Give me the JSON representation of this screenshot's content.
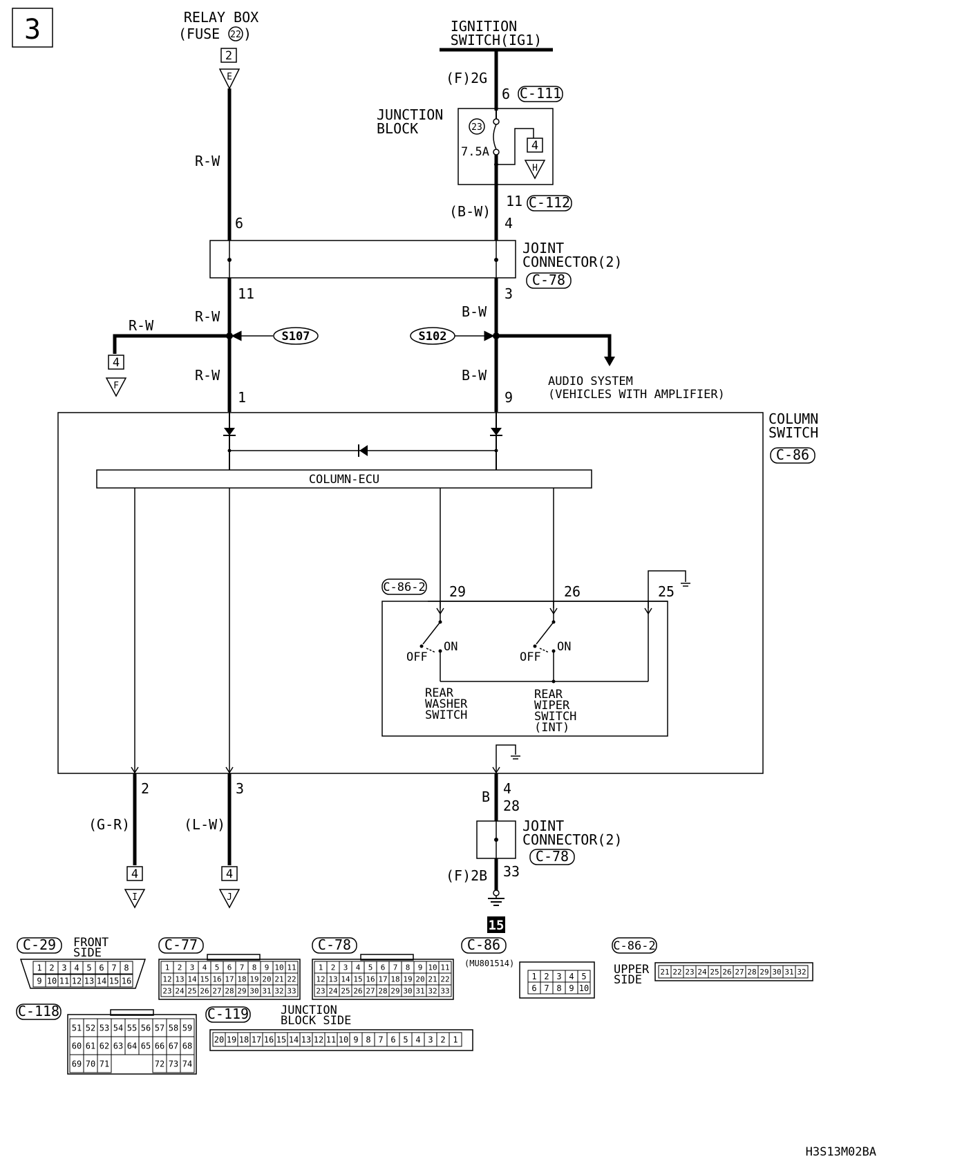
{
  "page_number": "3",
  "diagram_code": "H3S13M02BA",
  "relay_box": {
    "title": "RELAY BOX",
    "fuse": "(FUSE",
    "fuse_no": "22",
    "fuse_end": ")",
    "pin": "2",
    "arrow": "E"
  },
  "ignition": {
    "line1": "IGNITION",
    "line2": "SWITCH(IG1)",
    "pin": "(F)2G",
    "num": "6",
    "conn": "C-111"
  },
  "junction_block": {
    "line1": "JUNCTION",
    "line2": "BLOCK",
    "fuse_no": "23",
    "rating": "7.5A",
    "pin_top_box": "4",
    "arrow": "H",
    "out_num": "11",
    "out_conn": "C-112",
    "wire": "(B-W)",
    "jc_pin": "4"
  },
  "joint_connector_top": {
    "line1": "JOINT",
    "line2": "CONNECTOR(2)",
    "conn": "C-78",
    "left_in": "6",
    "left_out": "11",
    "right_out": "3"
  },
  "left_branch": {
    "wire1": "R-W",
    "wire2": "R-W",
    "wire3": "R-W",
    "wire4": "R-W",
    "splice": "S107",
    "box": "4",
    "arrow": "F",
    "pin_in": "1"
  },
  "right_branch": {
    "wire1": "B-W",
    "wire2": "B-W",
    "splice": "S102",
    "pin_in": "9",
    "audio1": "AUDIO SYSTEM",
    "audio2": "(VEHICLES WITH AMPLIFIER)"
  },
  "column_switch": {
    "line1": "COLUMN",
    "line2": "SWITCH",
    "conn": "C-86",
    "ecu": "COLUMN-ECU"
  },
  "subswitch": {
    "conn": "C-86-2",
    "p29": "29",
    "p26": "26",
    "p25": "25",
    "off1": "OFF",
    "on1": "ON",
    "off2": "OFF",
    "on2": "ON",
    "washer": [
      "REAR",
      "WASHER",
      "SWITCH"
    ],
    "wiper": [
      "REAR",
      "WIPER",
      "SWITCH",
      "(INT)"
    ]
  },
  "outputs": {
    "p2": "2",
    "w2": "(G-R)",
    "box2": "4",
    "arr2": "I",
    "p3": "3",
    "w3": "(L-W)",
    "box3": "4",
    "arr3": "J",
    "p4": "4",
    "w4": "B",
    "p28": "28",
    "jc_line1": "JOINT",
    "jc_line2": "CONNECTOR(2)",
    "jc_conn": "C-78",
    "p33": "33",
    "gnd_pin": "(F)2B",
    "gnd_no": "15"
  },
  "connectors": {
    "c29": {
      "label": "C-29",
      "side1": "FRONT",
      "side2": "SIDE",
      "row1": [
        "1",
        "2",
        "3",
        "4",
        "5",
        "6",
        "7",
        "8"
      ],
      "row2": [
        "9",
        "10",
        "11",
        "12",
        "13",
        "14",
        "15",
        "16"
      ]
    },
    "c77": {
      "label": "C-77",
      "row1": [
        "1",
        "2",
        "3",
        "4",
        "5",
        "6",
        "7",
        "8",
        "9",
        "10",
        "11"
      ],
      "row2": [
        "12",
        "13",
        "14",
        "15",
        "16",
        "17",
        "18",
        "19",
        "20",
        "21",
        "22"
      ],
      "row3": [
        "23",
        "24",
        "25",
        "26",
        "27",
        "28",
        "29",
        "30",
        "31",
        "32",
        "33"
      ]
    },
    "c78": {
      "label": "C-78",
      "row1": [
        "1",
        "2",
        "3",
        "4",
        "5",
        "6",
        "7",
        "8",
        "9",
        "10",
        "11"
      ],
      "row2": [
        "12",
        "13",
        "14",
        "15",
        "16",
        "17",
        "18",
        "19",
        "20",
        "21",
        "22"
      ],
      "row3": [
        "23",
        "24",
        "25",
        "26",
        "27",
        "28",
        "29",
        "30",
        "31",
        "32",
        "33"
      ]
    },
    "c86": {
      "label": "C-86",
      "part": "(MU801514)",
      "row1": [
        "1",
        "2",
        "3",
        "4",
        "5"
      ],
      "row2": [
        "6",
        "7",
        "8",
        "9",
        "10"
      ]
    },
    "c862": {
      "label": "C-86-2",
      "side1": "UPPER",
      "side2": "SIDE",
      "row": [
        "21",
        "22",
        "23",
        "24",
        "25",
        "26",
        "27",
        "28",
        "29",
        "30",
        "31",
        "32"
      ]
    },
    "c118": {
      "label": "C-118",
      "row1": [
        "51",
        "52",
        "53",
        "54",
        "55",
        "56",
        "57",
        "58",
        "59"
      ],
      "row2": [
        "60",
        "61",
        "62",
        "63",
        "64",
        "65",
        "66",
        "67",
        "68"
      ],
      "row3": [
        "69",
        "70",
        "71",
        "",
        "",
        "",
        "72",
        "73",
        "74"
      ]
    },
    "c119": {
      "label": "C-119",
      "side1": "JUNCTION",
      "side2": "BLOCK SIDE",
      "row": [
        "20",
        "19",
        "18",
        "17",
        "16",
        "15",
        "14",
        "13",
        "12",
        "11",
        "10",
        "9",
        "8",
        "7",
        "6",
        "5",
        "4",
        "3",
        "2",
        "1"
      ]
    }
  }
}
